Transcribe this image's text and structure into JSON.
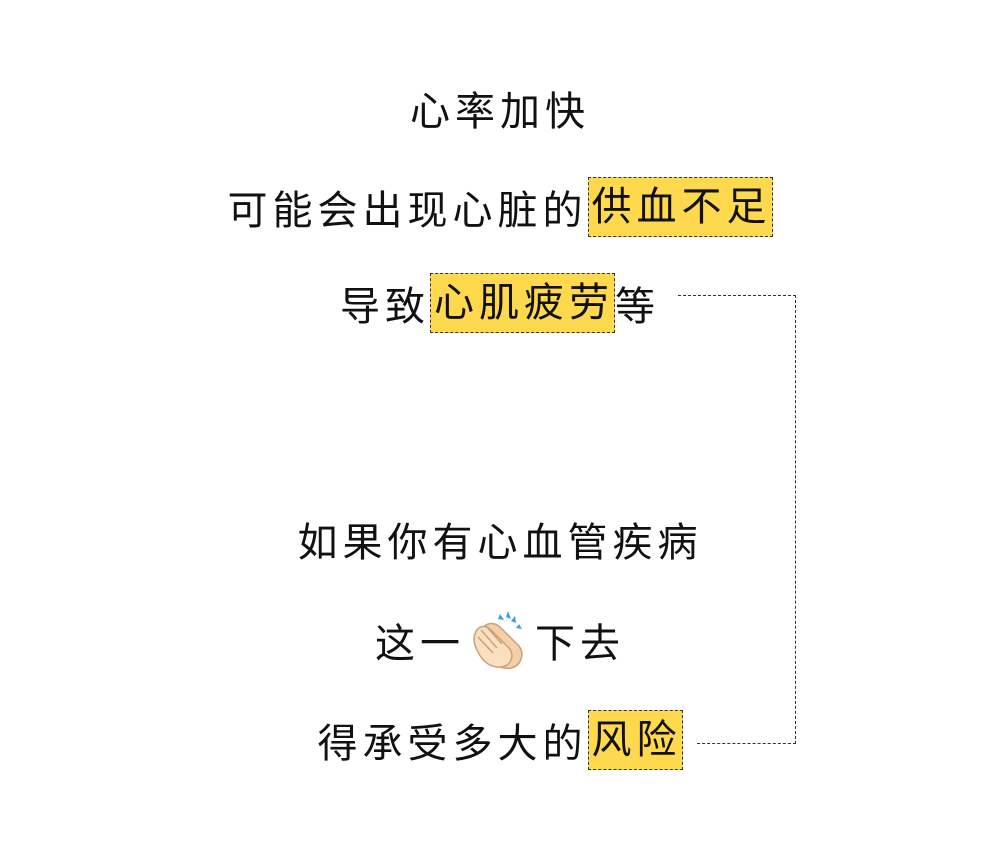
{
  "lines": {
    "line1": "心率加快",
    "line2_pre": "可能会出现心脏的",
    "line2_hl": "供血不足",
    "line3_pre": "导致",
    "line3_hl": "心肌疲劳",
    "line3_post": "等",
    "line4": "如果你有心血管疾病",
    "line5_pre": "这一",
    "line5_post": "下去",
    "line6_pre": "得承受多大的",
    "line6_hl": "风险"
  },
  "icons": {
    "clap": "clapping-hands-icon"
  },
  "colors": {
    "highlight": "#ffd94d",
    "text": "#111111",
    "dash": "#333333"
  }
}
